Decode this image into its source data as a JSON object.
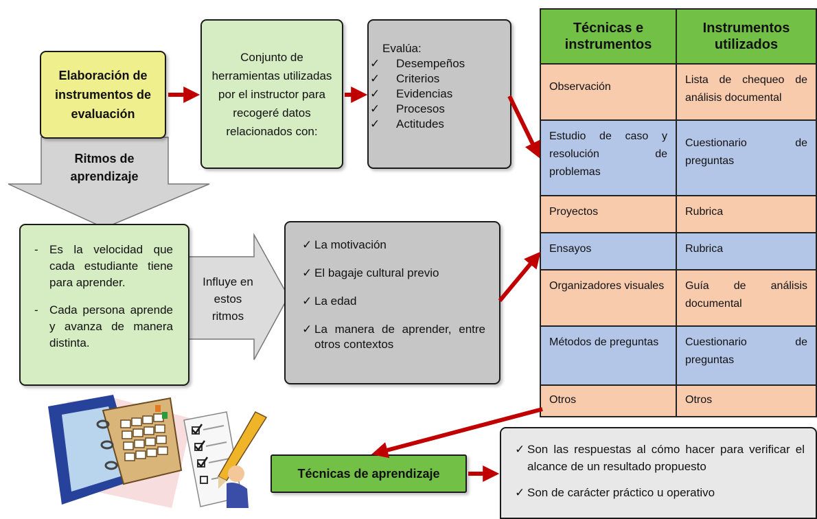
{
  "elaboracion": {
    "text": "Elaboración de instrumentos de evaluación"
  },
  "conjunto": {
    "text": "Conjunto de herramientas utilizadas por el instructor para recogeré datos relacionados con:"
  },
  "evalua": {
    "title": "Evalúa:",
    "items": [
      "Desempeños",
      "Criterios",
      "Evidencias",
      "Procesos",
      "Actitudes"
    ]
  },
  "ritmos": {
    "label": "Ritmos de aprendizaje"
  },
  "velocidad": {
    "items": [
      "Es la velocidad que cada estudiante tiene para aprender.",
      "Cada persona aprende y avanza de manera distinta."
    ]
  },
  "influye": {
    "label": "Influye en estos ritmos"
  },
  "factores": {
    "items": [
      "La motivación",
      "El bagaje cultural previo",
      "La edad",
      "La manera de aprender, entre otros contextos"
    ]
  },
  "tabla": {
    "headers": [
      "Técnicas e instrumentos",
      "Instrumentos utilizados"
    ],
    "rows": [
      [
        "Observación",
        "Lista de chequeo de análisis documental"
      ],
      [
        "Estudio de caso y resolución de problemas",
        "Cuestionario de preguntas"
      ],
      [
        "Proyectos",
        "Rubrica"
      ],
      [
        "Ensayos",
        "Rubrica"
      ],
      [
        "Organizadores visuales",
        "Guía de análisis documental"
      ],
      [
        "Métodos de preguntas",
        "Cuestionario de preguntas"
      ],
      [
        "Otros",
        "Otros"
      ]
    ]
  },
  "tecnicas": {
    "label": "Técnicas de aprendizaje"
  },
  "respuestas": {
    "items": [
      "Son las respuestas al cómo hacer para verificar el alcance de un resultado propuesto",
      "Son de carácter práctico u operativo"
    ]
  },
  "colors": {
    "arrow": "#c00000",
    "header_green": "#72c045",
    "peach": "#f8cbad",
    "blue": "#b4c6e7"
  },
  "illustration": {
    "icons": [
      "binder-icon",
      "checklist-pencil-icon"
    ]
  }
}
